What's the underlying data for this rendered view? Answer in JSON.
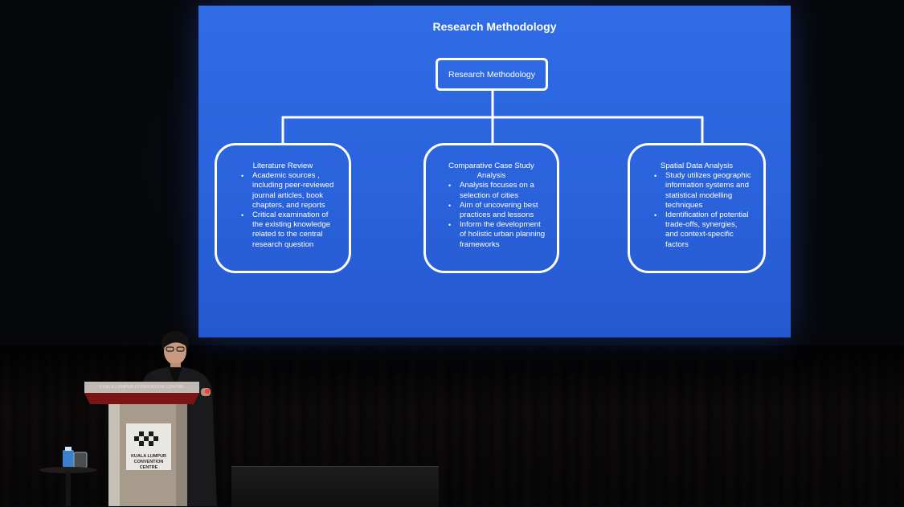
{
  "slide": {
    "title": "Research Methodology",
    "root_label": "Research Methodology",
    "branches": [
      {
        "title": "Literature Review",
        "bullets": [
          "Academic sources , including peer-reviewed journal articles, book chapters, and reports",
          "Critical examination of the existing knowledge related to the central research question"
        ]
      },
      {
        "title": "Comparative Case Study Analysis",
        "bullets": [
          "Analysis focuses on a selection of cities",
          "Aim of uncovering best practices and lessons",
          "Inform the development of holistic urban planning frameworks"
        ]
      },
      {
        "title": "Spatial Data Analysis",
        "bullets": [
          "Study utilizes geographic information systems and statistical modelling techniques",
          "Identification of potential trade-offs, synergies, and context-specific factors"
        ]
      }
    ]
  },
  "venue": {
    "podium_sign": "KUALA LUMPUR CONVENTION CENTRE",
    "podium_logo_text": "KUALA LUMPUR CONVENTION CENTRE"
  },
  "colors": {
    "slide_background": "#2a63dc",
    "slide_foreground": "#ffffff",
    "stage_background": "#07080b"
  },
  "icons": {
    "podium_logo": "kl-convention-centre-logo"
  }
}
